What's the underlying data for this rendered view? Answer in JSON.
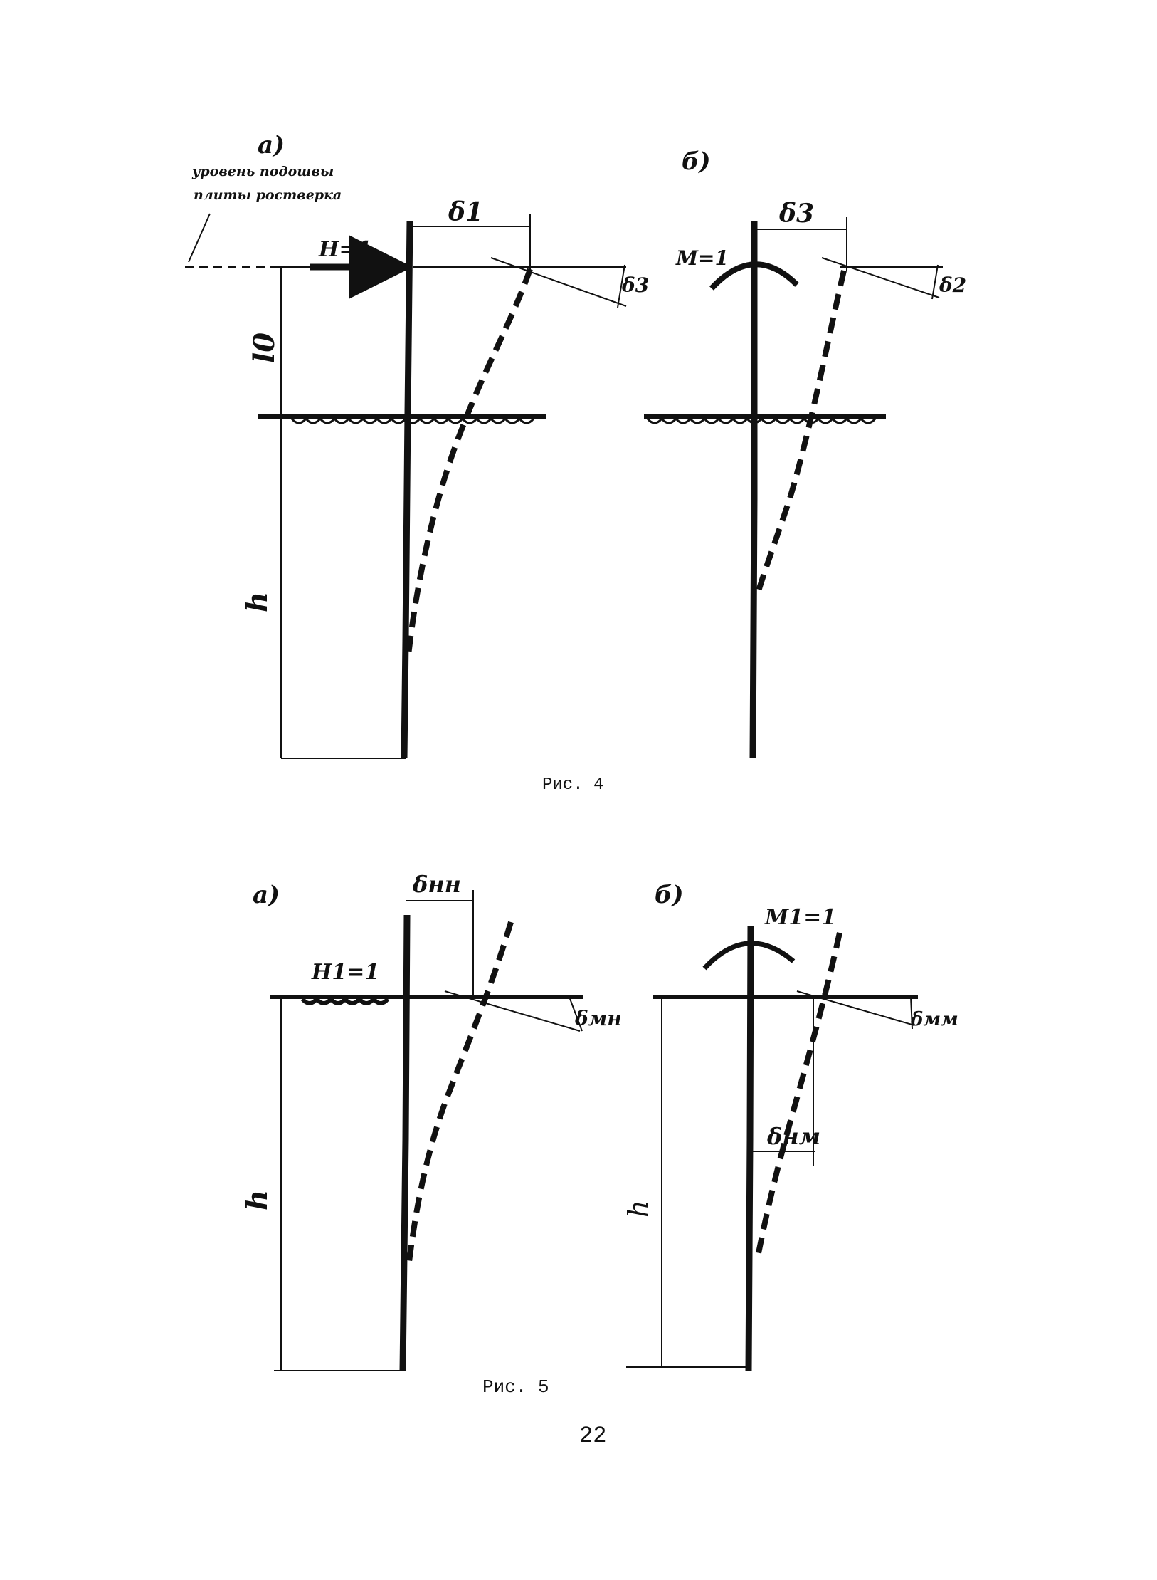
{
  "fig4": {
    "a": {
      "panel_label": "a)",
      "note_line1": "уровень подошвы",
      "note_line2": "плиты ростверка",
      "force_label": "H=1",
      "delta_top": "δ1",
      "delta_angle": "δ3",
      "dim_upper": "l0",
      "dim_lower": "h"
    },
    "b": {
      "panel_label": "б)",
      "moment_label": "M=1",
      "delta_top": "δ3",
      "delta_angle": "δ2"
    },
    "caption": "Рис. 4"
  },
  "fig5": {
    "a": {
      "panel_label": "a)",
      "delta_top": "δнн",
      "force_label": "H1=1",
      "delta_angle": "δмн",
      "dim_lower": "h"
    },
    "b": {
      "panel_label": "б)",
      "moment_label": "M1=1",
      "delta_angle": "δмм",
      "delta_mid": "δнм",
      "dim_lower": "h"
    },
    "caption": "Рис. 5"
  },
  "page_number": "22"
}
